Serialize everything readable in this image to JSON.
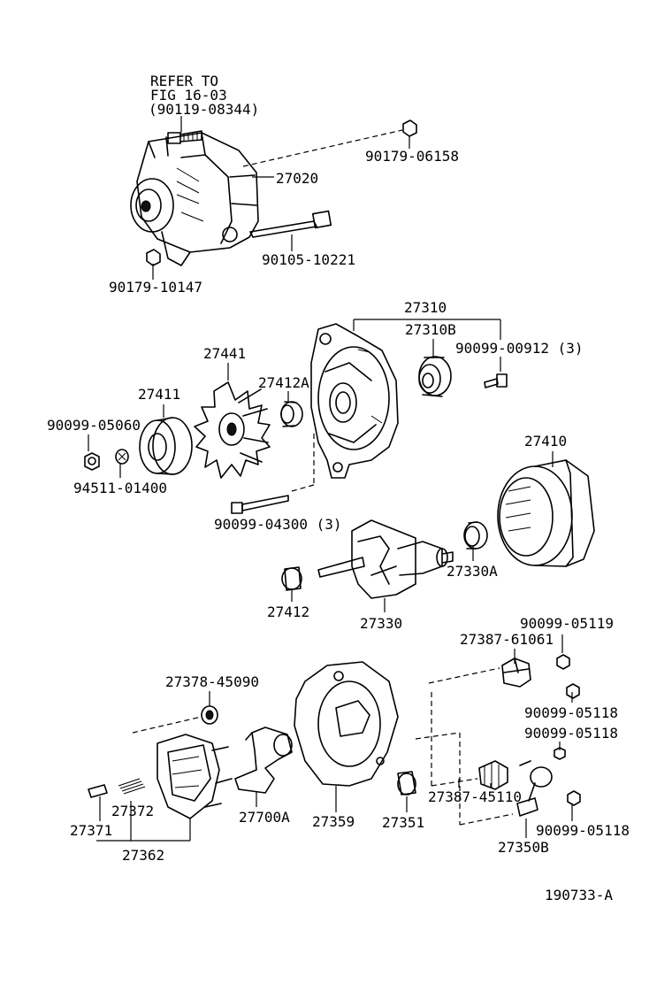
{
  "note": {
    "line1": "REFER TO",
    "line2": "FIG 16-03",
    "line3": "(90119-08344)"
  },
  "labels": {
    "p90179_06158": "90179-06158",
    "p27020": "27020",
    "p90105_10221": "90105-10221",
    "p90179_10147": "90179-10147",
    "p27310": "27310",
    "p27310B": "27310B",
    "p90099_00912": "90099-00912 (3)",
    "p27441": "27441",
    "p27412A": "27412A",
    "p27411": "27411",
    "p90099_05060": "90099-05060",
    "p94511_01400": "94511-01400",
    "p27410": "27410",
    "p90099_04300": "90099-04300 (3)",
    "p27330A": "27330A",
    "p27412": "27412",
    "p27330": "27330",
    "p90099_05119": "90099-05119",
    "p27387_61061": "27387-61061",
    "p27378_45090": "27378-45090",
    "p90099_05118a": "90099-05118",
    "p90099_05118b": "90099-05118",
    "p27372": "27372",
    "p27371": "27371",
    "p27700A": "27700A",
    "p27359": "27359",
    "p27351": "27351",
    "p27387_45110": "27387-45110",
    "p90099_05118c": "90099-05118",
    "p27350B": "27350B",
    "p27362": "27362"
  },
  "figure_id": "190733-A"
}
